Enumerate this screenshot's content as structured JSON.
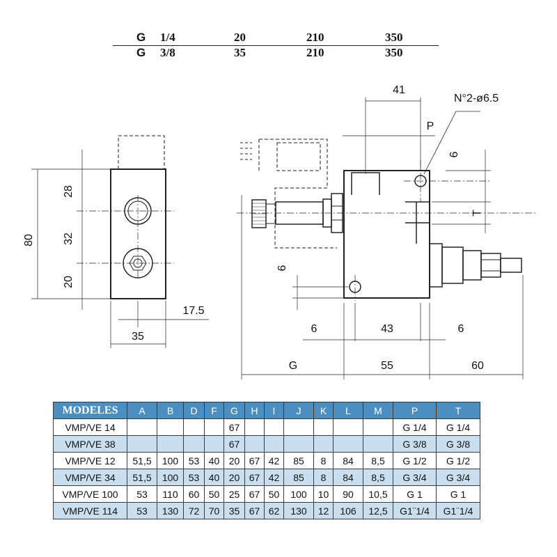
{
  "top_table": {
    "rows": [
      {
        "g": "G",
        "c1": "1/4",
        "c2": "20",
        "c3": "210",
        "c4": "350"
      },
      {
        "g": "G",
        "c1": "3/8",
        "c2": "35",
        "c3": "210",
        "c4": "350"
      }
    ]
  },
  "drawing": {
    "left_view": {
      "height_total": "80",
      "seg_top": "28",
      "seg_mid": "32",
      "seg_bot": "20",
      "width": "35",
      "half_width": "17.5"
    },
    "right_view": {
      "dim_41": "41",
      "hole_note": "N°2-ø6.5",
      "port_p": "P",
      "port_t": "T",
      "dim_6_top": "6",
      "dim_6_left": "6",
      "dim_6_bottom_left": "6",
      "dim_43": "43",
      "dim_6_bottom_right": "6",
      "dim_g": "G",
      "dim_55": "55",
      "dim_60": "60"
    }
  },
  "dim_table": {
    "headers": [
      "MODELES",
      "A",
      "B",
      "D",
      "F",
      "G",
      "H",
      "I",
      "J",
      "K",
      "L",
      "M",
      "P",
      "T"
    ],
    "rows": [
      [
        "VMP/VE 14",
        "",
        "",
        "",
        "",
        "67",
        "",
        "",
        "",
        "",
        "",
        "",
        "G 1/4",
        "G 1/4"
      ],
      [
        "VMP/VE 38",
        "",
        "",
        "",
        "",
        "67",
        "",
        "",
        "",
        "",
        "",
        "",
        "G 3/8",
        "G 3/8"
      ],
      [
        "VMP/VE 12",
        "51,5",
        "100",
        "53",
        "40",
        "20",
        "67",
        "42",
        "85",
        "8",
        "84",
        "8,5",
        "G 1/2",
        "G 1/2"
      ],
      [
        "VMP/VE 34",
        "51,5",
        "100",
        "53",
        "40",
        "20",
        "67",
        "42",
        "85",
        "8",
        "84",
        "8,5",
        "G 3/4",
        "G 3/4"
      ],
      [
        "VMP/VE 100",
        "53",
        "110",
        "60",
        "50",
        "25",
        "67",
        "50",
        "100",
        "10",
        "90",
        "10,5",
        "G 1",
        "G 1"
      ],
      [
        "VMP/VE 114",
        "53",
        "130",
        "72",
        "70",
        "35",
        "67",
        "62",
        "130",
        "12",
        "106",
        "12,5",
        "G1¨1/4",
        "G1¨1/4"
      ]
    ]
  }
}
